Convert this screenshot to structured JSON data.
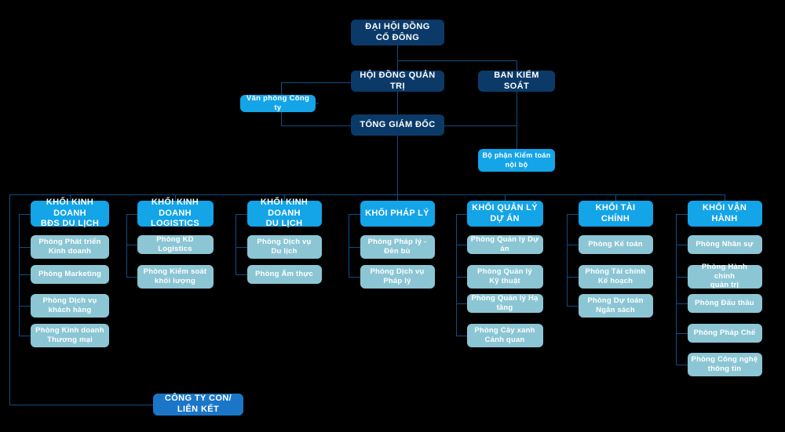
{
  "diagram": {
    "title_nodes": {
      "shareholders": "ĐẠI HỘI ĐỒNG CỔ ĐÔNG",
      "board": "HỘI ĐỒNG QUẢN TRỊ",
      "supervisory": "BAN KIỂM SOÁT",
      "ceo": "TỔNG GIÁM ĐỐC",
      "company_office": "VĂN PHÒNG CÔNG TY",
      "internal_audit": "BỘ PHẬN KIỂM TOÁN NỘI BỘ",
      "subsidiaries": "CÔNG TY CON/ LIÊN KẾT"
    },
    "nodes": {
      "shareholders": "ĐẠI HỘI ĐỒNG\nCỔ ĐÔNG",
      "board": "HỘI ĐỒNG QUẢN TRỊ",
      "supervisory": "BAN KIỂM SOÁT",
      "ceo": "TỔNG GIÁM ĐỐC",
      "company_office": "Văn phòng Công ty",
      "internal_audit": "Bộ phận Kiểm toán\nnội bộ",
      "subsidiaries": "CÔNG TY CON/ LIÊN KẾT"
    },
    "divisions": [
      {
        "name": "KHỐI KINH DOANH\nBĐS DU LỊCH",
        "departments": [
          "Phòng Phát triển\nKinh doanh",
          "Phòng Marketing",
          "Phòng Dịch vụ\nkhách hàng",
          "Phòng Kinh doanh\nThương mại"
        ]
      },
      {
        "name": "KHỐI KINH DOANH\nLOGISTICS",
        "departments": [
          "Phòng KD Logistics",
          "Phòng Kiểm soát\nkhối lượng"
        ]
      },
      {
        "name": "KHỐI KINH DOANH\nDU LỊCH",
        "departments": [
          "Phòng Dịch vụ\nDu lịch",
          "Phòng Ẩm thực"
        ]
      },
      {
        "name": "KHỐI PHÁP LÝ",
        "departments": [
          "Phòng Pháp lý -\nĐền bù",
          "Phòng Dịch vụ\nPháp lý"
        ]
      },
      {
        "name": "KHỐI QUẢN LÝ\nDỰ ÁN",
        "departments": [
          "Phòng Quản lý Dự án",
          "Phòng Quản lý\nKỹ thuật",
          "Phòng Quản lý Hạ tầng",
          "Phòng Cây xanh\nCảnh quan"
        ]
      },
      {
        "name": "KHỐI TÀI CHÍNH",
        "departments": [
          "Phòng Kế toán",
          "Phòng Tài chính\nKế hoạch",
          "Phòng Dự toán\nNgân sách"
        ]
      },
      {
        "name": "KHỐI VẬN HÀNH",
        "departments": [
          "Phòng Nhân sự",
          "Phòng Hành chính\nquản trị",
          "Phòng Đấu thầu",
          "Phòng Pháp Chế",
          "Phòng Công nghệ\nthông tin"
        ]
      }
    ],
    "colors": {
      "background": "#000000",
      "top_level": "#0b3a69",
      "unit": "#14a4e8",
      "division": "#14a4e8",
      "department": "#8cc6d4",
      "subsidiary": "#1b76c8",
      "connector": "#0d4f86",
      "text": "#ffffff"
    }
  }
}
